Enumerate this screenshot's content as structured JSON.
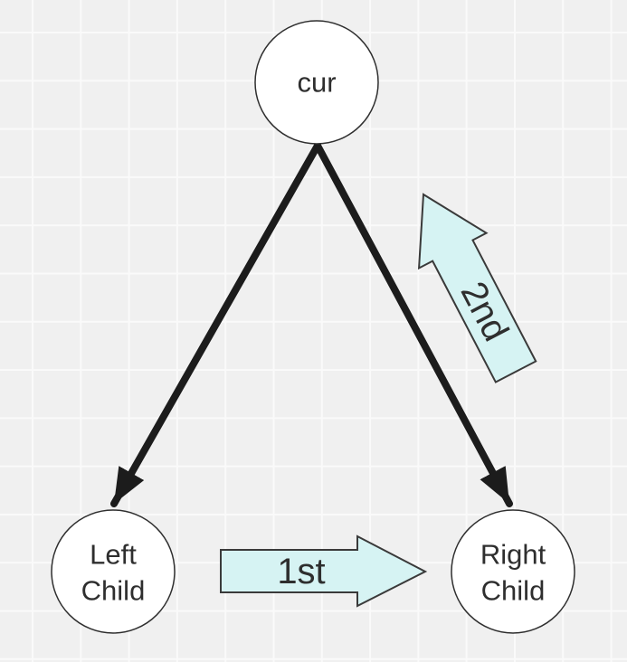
{
  "nodes": {
    "cur": {
      "label": "cur"
    },
    "left_child": {
      "line1": "Left",
      "line2": "Child"
    },
    "right_child": {
      "line1": "Right",
      "line2": "Child"
    }
  },
  "order_arrows": {
    "first": {
      "label": "1st"
    },
    "second": {
      "label": "2nd"
    }
  },
  "colors": {
    "background": "#f0f0f0",
    "grid_line": "#fafafa",
    "node_fill": "#ffffff",
    "node_border": "#2f2f2f",
    "edge": "#1c1c1c",
    "order_arrow_fill": "#d6f3f3",
    "order_arrow_border": "#3a3a3a",
    "text": "#2e2e2e"
  }
}
